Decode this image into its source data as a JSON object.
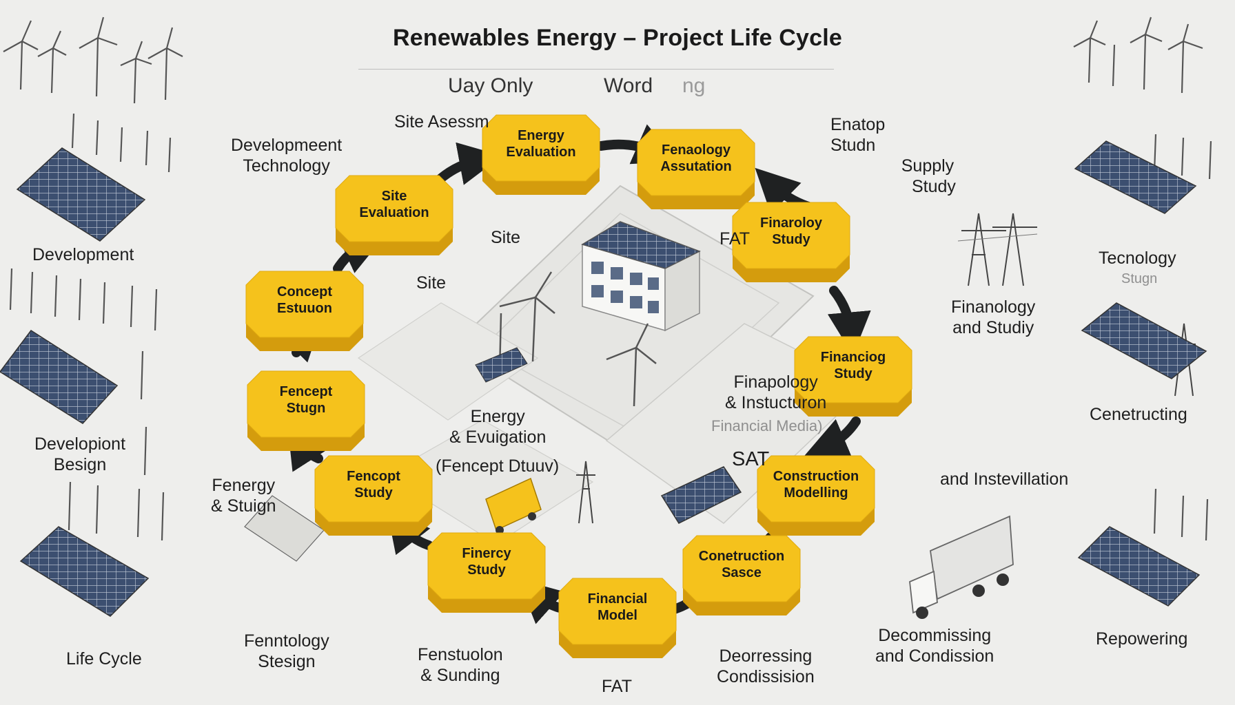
{
  "title": "Renewables Energy – Project Life Cycle",
  "subtitle_left": "Uay Only",
  "subtitle_right": "Word",
  "subtitle_tail": "ng",
  "colors": {
    "node_fill": "#f5c21c",
    "node_side": "#d49c0d",
    "arrow": "#1f2122",
    "background": "#eeeeec",
    "solar_panel": "#3c4f70"
  },
  "cycle_nodes": [
    {
      "id": "n1",
      "lines": [
        "Energy",
        "Evaluation"
      ]
    },
    {
      "id": "n2",
      "lines": [
        "Fenaology",
        "Assutation"
      ]
    },
    {
      "id": "n3",
      "lines": [
        "Finaroloy",
        "Study"
      ]
    },
    {
      "id": "n4",
      "lines": [
        "Financiog",
        "Study"
      ]
    },
    {
      "id": "n5",
      "lines": [
        "Construction",
        "Modelling"
      ]
    },
    {
      "id": "n6",
      "lines": [
        "Conetruction",
        "Sasce"
      ]
    },
    {
      "id": "n7",
      "lines": [
        "Financial",
        "Model"
      ]
    },
    {
      "id": "n8",
      "lines": [
        "Finercy",
        "Study"
      ]
    },
    {
      "id": "n9",
      "lines": [
        "Fencopt",
        "Study"
      ]
    },
    {
      "id": "n10",
      "lines": [
        "Fencept",
        "Stugn"
      ]
    },
    {
      "id": "n11",
      "lines": [
        "Concept",
        "Estuuon"
      ]
    },
    {
      "id": "n12",
      "lines": [
        "Site",
        "Evaluation"
      ]
    }
  ],
  "labels": {
    "site_assessment": "Site Asessm",
    "development_technology": [
      "Developmeent",
      "Technology"
    ],
    "enatop_studn": [
      "Enatop",
      "Studn"
    ],
    "supply_study": [
      "Supply",
      "Study"
    ],
    "site_upper": "Site",
    "site_lower": "Site",
    "fat_top": "FAT",
    "finanology_and_study": [
      "Finanology",
      "and Studiy"
    ],
    "energy_evuigation": [
      "Energy",
      "& Evuigation"
    ],
    "fencept_dtuuv": "(Fencept Dtuuv)",
    "finapology_block": [
      "Finapology",
      "& Instucturon"
    ],
    "financial_media": "Financial Media)",
    "sat": "SAT",
    "and_instevillation": "and Instevillation",
    "fenergy_stugin": [
      "Fenergy",
      "& Stuign"
    ],
    "fenstuolon_sunding": [
      "Fenstuolon",
      "& Sunding"
    ],
    "fat_bottom": "FAT",
    "deorressing_condissision": [
      "Deorressing",
      "Condissision"
    ],
    "decommissing_and_condission": [
      "Decommissing",
      "and Condission"
    ],
    "fenntology_stesign": [
      "Fenntology",
      "Stesign"
    ],
    "left_development": "Development",
    "left_development_design": [
      "Developiont",
      "Besign"
    ],
    "left_life_cycle": "Life Cycle",
    "right_tecnology": "Tecnology",
    "right_stugn": "Stugn",
    "right_cenetructing": "Cenetructing",
    "right_repowering": "Repowering"
  }
}
